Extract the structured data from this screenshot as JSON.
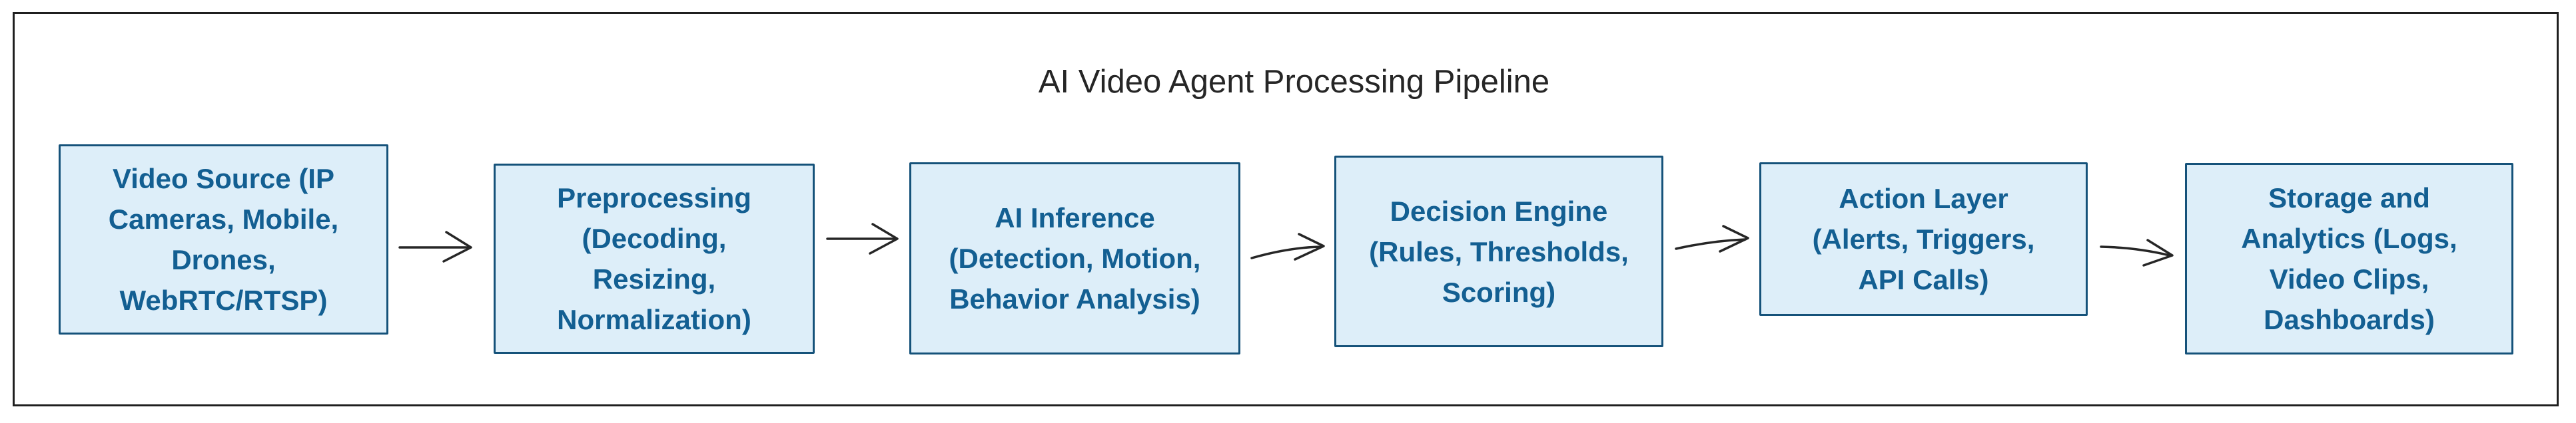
{
  "diagram": {
    "title": "AI Video Agent Processing Pipeline",
    "type": "flowchart-left-to-right",
    "colors": {
      "node_fill": "#ddeef9",
      "node_border": "#15527a",
      "node_text": "#135f92",
      "frame_border": "#1f1f1f",
      "title_text": "#262626",
      "arrow": "#262626",
      "background": "#ffffff"
    },
    "nodes": [
      {
        "id": "video-source",
        "label": "Video Source (IP\nCameras, Mobile,\nDrones,\nWebRTC/RTSP)"
      },
      {
        "id": "preprocessing",
        "label": "Preprocessing\n(Decoding,\nResizing,\nNormalization)"
      },
      {
        "id": "ai-inference",
        "label": "AI Inference\n(Detection, Motion,\nBehavior Analysis)"
      },
      {
        "id": "decision-engine",
        "label": "Decision Engine\n(Rules, Thresholds,\nScoring)"
      },
      {
        "id": "action-layer",
        "label": "Action Layer\n(Alerts, Triggers,\nAPI Calls)"
      },
      {
        "id": "storage-analytics",
        "label": "Storage and\nAnalytics (Logs,\nVideo Clips,\nDashboards)"
      }
    ],
    "edges": [
      {
        "from": "video-source",
        "to": "preprocessing"
      },
      {
        "from": "preprocessing",
        "to": "ai-inference"
      },
      {
        "from": "ai-inference",
        "to": "decision-engine"
      },
      {
        "from": "decision-engine",
        "to": "action-layer"
      },
      {
        "from": "action-layer",
        "to": "storage-analytics"
      }
    ]
  }
}
